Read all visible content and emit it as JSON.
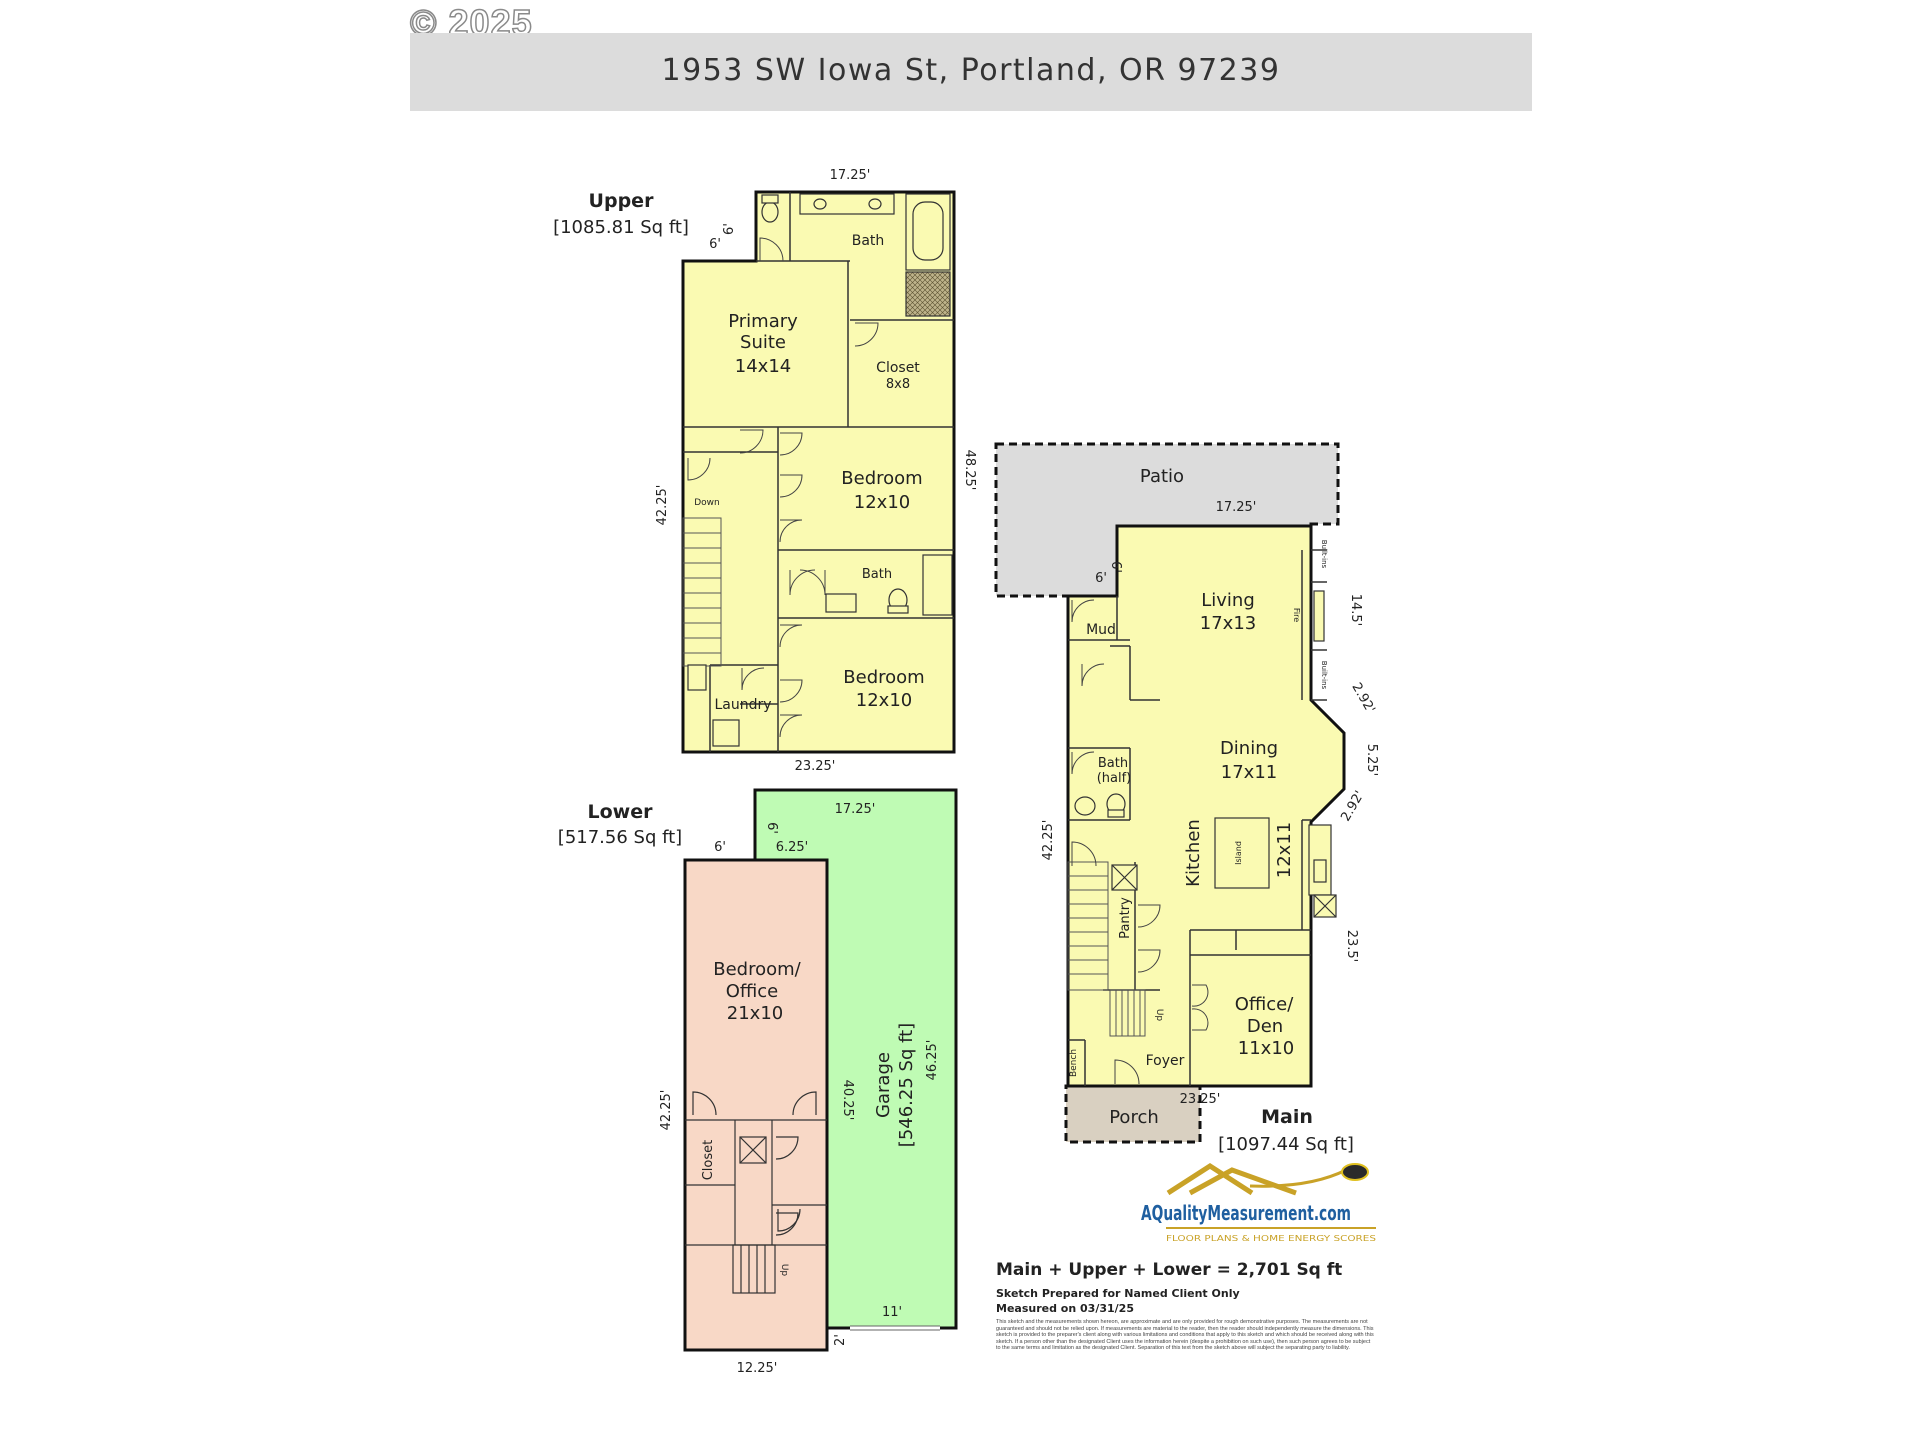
{
  "copyright": "© 2025",
  "address": "1953 SW Iowa St, Portland, OR 97239",
  "floors": {
    "upper": {
      "name": "Upper",
      "area": "[1085.81 Sq ft]"
    },
    "lower": {
      "name": "Lower",
      "area": "[517.56 Sq ft]"
    },
    "main": {
      "name": "Main",
      "area": "[1097.44 Sq ft]"
    }
  },
  "rooms": {
    "upper_bath": "Bath",
    "primary_suite": [
      "Primary",
      "Suite",
      "14x14"
    ],
    "closet": [
      "Closet",
      "8x8"
    ],
    "bedroom1": [
      "Bedroom",
      "12x10"
    ],
    "upper_bath2": "Bath",
    "bedroom2": [
      "Bedroom",
      "12x10"
    ],
    "laundry": "Laundry",
    "down": "Down",
    "patio": "Patio",
    "mud": "Mud",
    "living": [
      "Living",
      "17x13"
    ],
    "fire": "Fire",
    "builtins": "Built-ins",
    "dining": [
      "Dining",
      "17x11"
    ],
    "half_bath": [
      "Bath",
      "(half)"
    ],
    "kitchen": [
      "Kitchen",
      "12x11"
    ],
    "island": "Island",
    "pantry": "Pantry",
    "office_den": [
      "Office/",
      "Den",
      "11x10"
    ],
    "foyer": "Foyer",
    "bench": "Bench",
    "up": "Up",
    "porch": "Porch",
    "bedroom_office": [
      "Bedroom/",
      "Office",
      "21x10"
    ],
    "lower_closet": "Closet",
    "garage": [
      "Garage",
      "[546.25 Sq ft]"
    ]
  },
  "dimensions": {
    "upper_top": "17.25'",
    "upper_six_a": "6'",
    "upper_six_b": "6'",
    "upper_left": "42.25'",
    "upper_right": "48.25'",
    "upper_bottom": "23.25'",
    "lower_top": "17.25'",
    "lower_six_a": "6'",
    "lower_six_b": "6'",
    "lower_625": "6.25'",
    "lower_left": "42.25'",
    "lower_inner": "40.25'",
    "lower_right": "46.25'",
    "lower_eleven": "11'",
    "lower_two": "2'",
    "lower_bottom": "12.25'",
    "main_patio": "17.25'",
    "main_six_a": "6'",
    "main_six_b": "6'",
    "main_145": "14.5'",
    "main_292a": "2.92'",
    "main_525": "5.25'",
    "main_292b": "2.92'",
    "main_left": "42.25'",
    "main_235": "23.5'",
    "main_bottom": "23.25'"
  },
  "logo": {
    "name": "AQualityMeasurement.com",
    "tagline": "FLOOR PLANS & HOME ENERGY SCORES"
  },
  "summary": {
    "total": "Main + Upper + Lower = 2,701 Sq ft",
    "prepared": "Sketch Prepared for Named Client Only",
    "measured": "Measured on 03/31/25",
    "disclaimer": "This sketch and the measurements shown hereon, are approximate and are only provided for rough demonstrative purposes. The measurements are not guaranteed and should not be relied upon. If measurements are material to the reader, then the reader should independently measure the dimensions. This sketch is provided to the preparer's client along with various limitations and conditions that apply to this sketch and which should be received along with this sketch. If a person other than the designated Client uses the information herein (despite a prohibition on such use), then such person agrees to be subject to the same terms and limitation as the designated Client. Separation of this text from the sketch above will subject the separating party to liability."
  },
  "colors": {
    "living_fill": "#fafab2",
    "lower_room_fill": "#f8d8c6",
    "garage_fill": "#bffbb4",
    "patio_fill": "#dcdcdc",
    "porch_fill": "#d9d0c1"
  }
}
